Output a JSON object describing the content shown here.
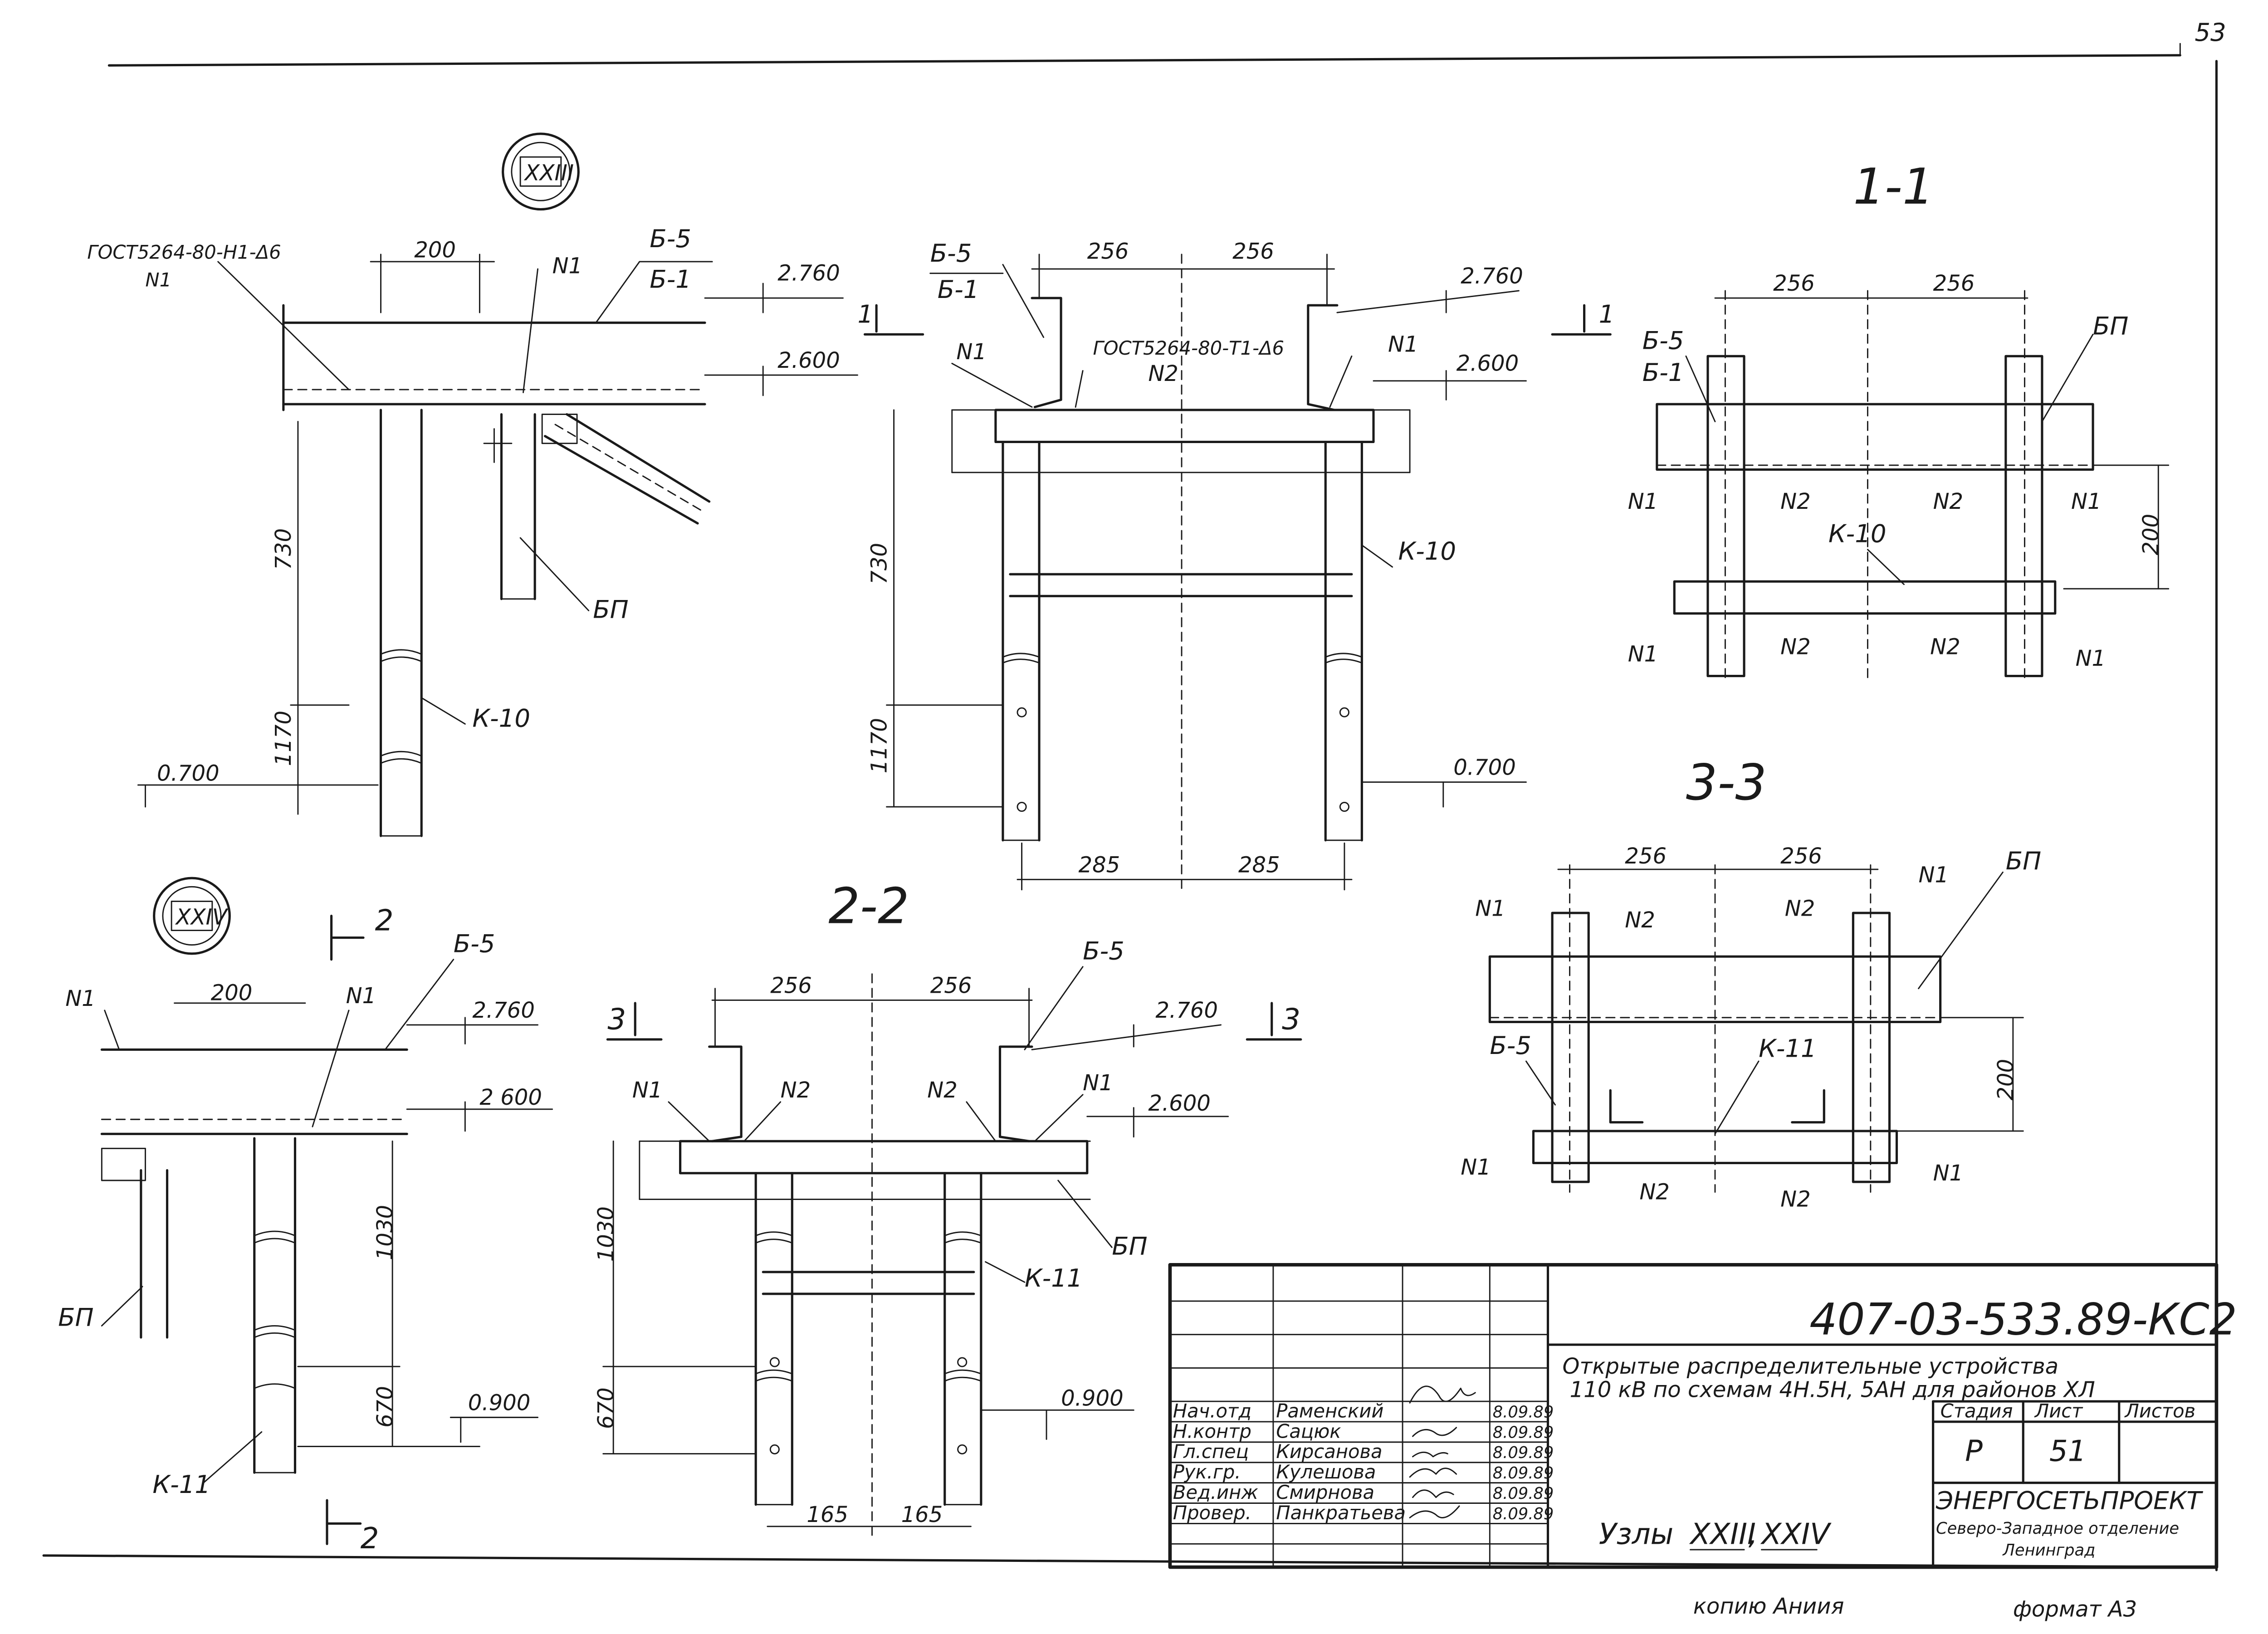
{
  "corner_number": "53",
  "nodes": {
    "node_23": "XXIII",
    "node_24": "XXIV"
  },
  "sections": {
    "s11": "1-1",
    "s22": "2-2",
    "s33": "3-3"
  },
  "cut_marks": {
    "one": "1",
    "two": "2",
    "three": "3"
  },
  "labels": {
    "gost_weld_1": "ГОСТ5264-80-Н1-Δ6",
    "gost_weld_2": "ГОСТ5264-80-Т1-Δ6",
    "n1": "N1",
    "n2": "N2",
    "b5": "Б-5",
    "b1": "Б-1",
    "bp": "БП",
    "k10": "К-10",
    "k11": "К-11"
  },
  "elevations": {
    "e2760": "2.760",
    "e2600": "2.600",
    "e0700": "0.700",
    "e0900": "0.900",
    "e2600b": "2 600"
  },
  "dims": {
    "d200": "200",
    "d256": "256",
    "d285": "285",
    "d165": "165",
    "d730": "730",
    "d1170": "1170",
    "d1030": "1030",
    "d670": "670"
  },
  "title_block": {
    "code": "407-03-533.89-КС2",
    "title_line1": "Открытые распределительные устройства",
    "title_line2": "110 кВ по схемам 4Н.5Н, 5АН для районов ХЛ",
    "sheet_title_prefix": "Узлы",
    "sheet_title_node1": "XXIII",
    "sheet_title_sep": ",",
    "sheet_title_node2": "XXIV",
    "stage_header": "Стадия",
    "sheet_header": "Лист",
    "sheets_header": "Листов",
    "stage": "Р",
    "sheet": "51",
    "org1": "ЭНЕРГОСЕТЬПРОЕКТ",
    "org2": "Северо-Западное отделение",
    "org3": "Ленинград",
    "signatures": [
      {
        "role": "Нач.отд",
        "name": "Раменский",
        "date": "8.09.89"
      },
      {
        "role": "Н.контр",
        "name": "Сацюк",
        "date": "8.09.89"
      },
      {
        "role": "Гл.спец",
        "name": "Кирсанова",
        "date": "8.09.89"
      },
      {
        "role": "Рук.гр.",
        "name": "Кулешова",
        "date": "8.09.89"
      },
      {
        "role": "Вед.инж",
        "name": "Смирнова",
        "date": "8.09.89"
      },
      {
        "role": "Провер.",
        "name": "Панкратьева",
        "date": "8.09.89"
      }
    ]
  },
  "footer": {
    "copied": "копию Аниия",
    "format": "формат А3"
  }
}
